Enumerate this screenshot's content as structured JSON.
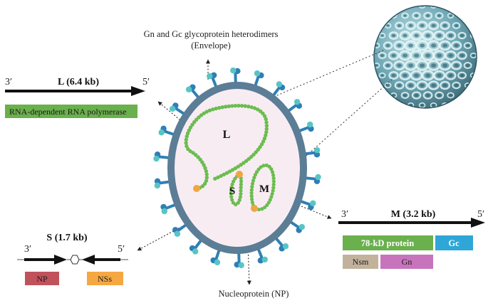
{
  "envelope_label": {
    "line1": "Gn and Gc glycoprotein heterodimers",
    "line2": "(Envelope)"
  },
  "nucleoprotein_label": "Nucleoprotein (NP)",
  "particle_segments": {
    "large": "L",
    "small": "S",
    "medium": "M"
  },
  "segment_L": {
    "title": "L (6.4 kb)",
    "left_end": "3′",
    "right_end": "5′",
    "proteins": [
      {
        "label": "RNA-dependent RNA polymerase",
        "color": "#6ab04c"
      }
    ]
  },
  "segment_S": {
    "title": "S (1.7 kb)",
    "left_end": "3′",
    "right_end": "5′",
    "proteins": [
      {
        "label": "NP",
        "color": "#c0525c"
      },
      {
        "label": "NSs",
        "color": "#f5a742"
      }
    ]
  },
  "segment_M": {
    "title": "M (3.2 kb)",
    "left_end": "3′",
    "right_end": "5′",
    "proteins": [
      {
        "label": "78-kD protein",
        "color": "#6ab04c"
      },
      {
        "label": "Gc",
        "color": "#2ea6d8"
      },
      {
        "label": "Nsm",
        "color": "#c2b29c"
      },
      {
        "label": "Gn",
        "color": "#c774bc"
      }
    ]
  },
  "colors": {
    "envelope": "#5b7d96",
    "interior": "#f8ecf3",
    "rnp_bead": "#6bbd4f",
    "polymerase": "#f0a640",
    "spike_blue": "#2f7fb5",
    "spike_teal": "#58c5c5",
    "virion_texture": "#7fb7c4"
  }
}
